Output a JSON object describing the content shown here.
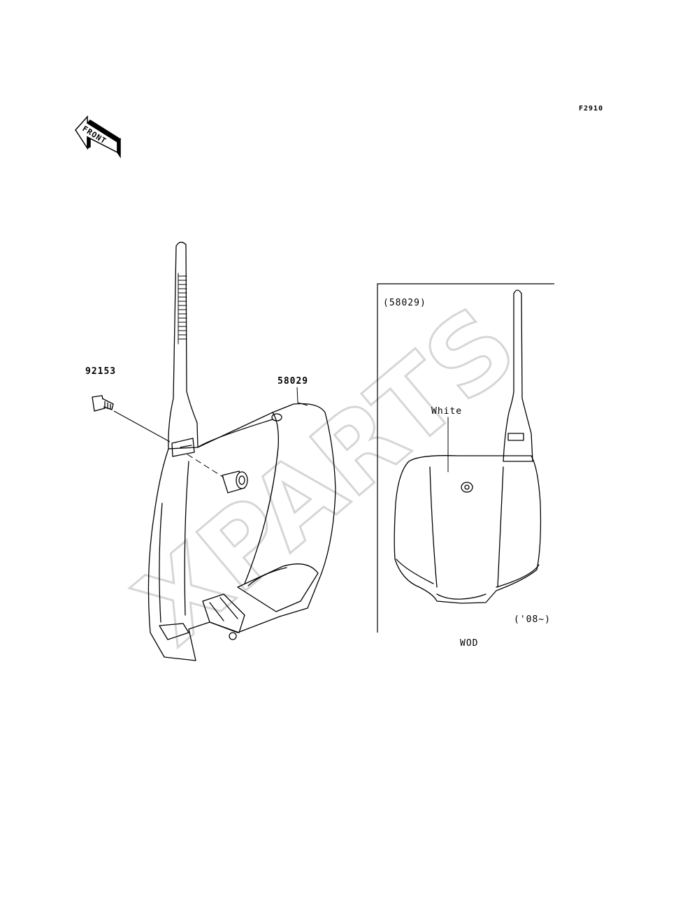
{
  "figure": {
    "code": "F2910",
    "front_indicator": "FRONT",
    "front_icon": "front-direction-arrow-icon",
    "watermark": "XPARTS",
    "line_color": "#000000",
    "watermark_color": "#d6d6d6"
  },
  "callouts": [
    {
      "part_number": "92153"
    },
    {
      "part_number": "58029"
    }
  ],
  "inset": {
    "part_ref": "(58029)",
    "color_note": "White",
    "year_note": "('08~)",
    "variant": "WOD"
  }
}
